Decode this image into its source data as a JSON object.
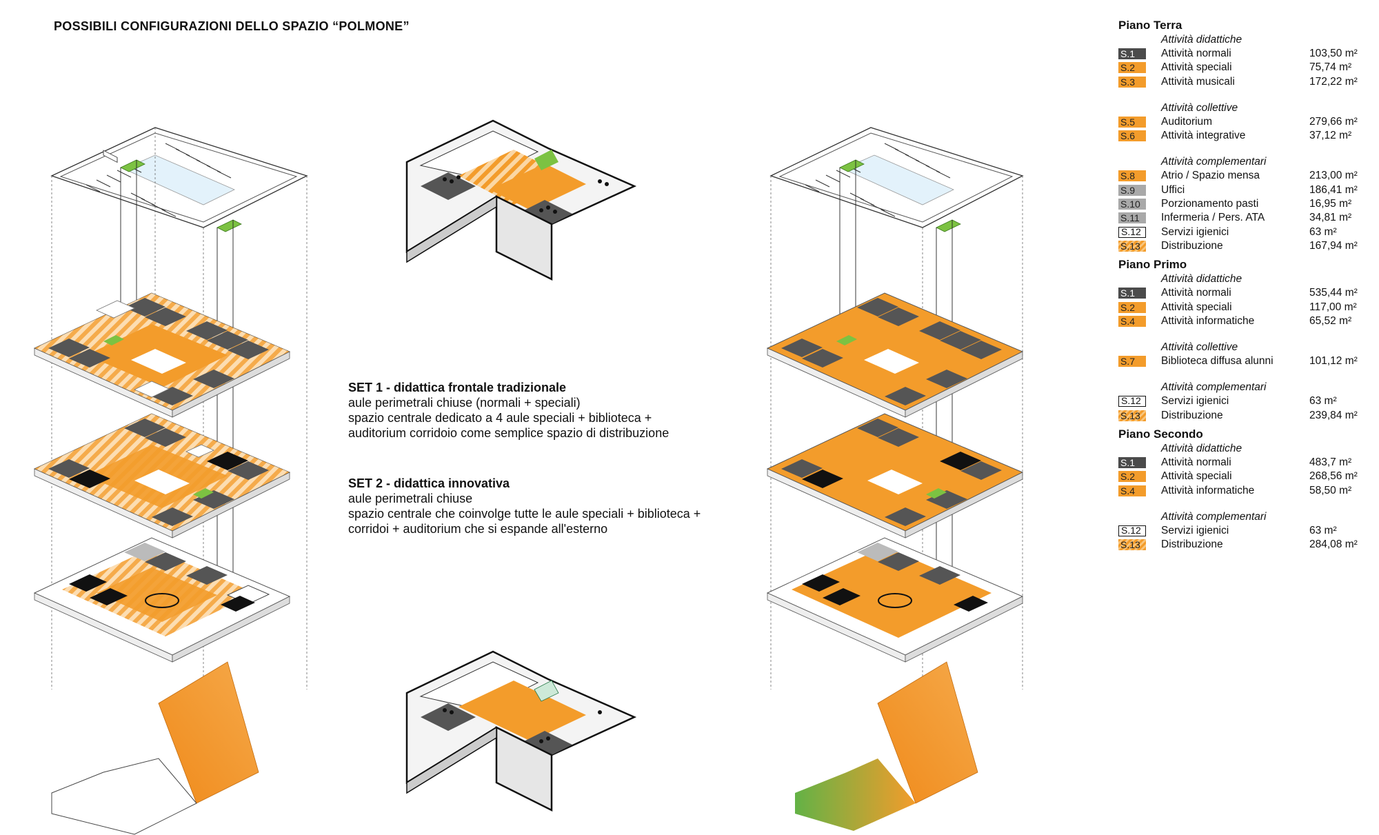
{
  "title": "POSSIBILI CONFIGURAZIONI DELLO SPAZIO “POLMONE”",
  "colors": {
    "grey": "#4b4b4b",
    "light_grey": "#a9a9a9",
    "orange": "#f39c2b",
    "green": "#7cc242",
    "glass": "#e3f2fb"
  },
  "set1": {
    "heading": "SET 1 - didattica frontale tradizionale",
    "lines": [
      "aule perimetrali chiuse (normali + speciali)",
      "spazio centrale dedicato a 4 aule speciali + biblioteca +",
      "auditorium corridoio come semplice spazio di distribuzione"
    ]
  },
  "set2": {
    "heading": "SET 2 - didattica innovativa",
    "lines": [
      "aule perimetrali chiuse",
      "spazio centrale che coinvolge tutte le aule speciali + biblioteca +",
      "corridoi + auditorium che si espande all'esterno"
    ]
  },
  "legend": {
    "floors": [
      {
        "name": "Piano Terra",
        "groups": [
          {
            "title": "Attività didattiche",
            "rows": [
              {
                "code": "S.1",
                "style": "grey",
                "name": "Attività normali",
                "area": "103,50 m²"
              },
              {
                "code": "S.2",
                "style": "orange",
                "name": "Attività speciali",
                "area": "75,74 m²"
              },
              {
                "code": "S.3",
                "style": "orange",
                "name": "Attività musicali",
                "area": "172,22 m²"
              }
            ]
          },
          {
            "title": "Attività collettive",
            "rows": [
              {
                "code": "S.5",
                "style": "orange",
                "name": "Auditorium",
                "area": "279,66 m²"
              },
              {
                "code": "S.6",
                "style": "orange",
                "name": "Attività integrative",
                "area": "37,12 m²"
              }
            ]
          },
          {
            "title": "Attività complementari",
            "rows": [
              {
                "code": "S.8",
                "style": "orange",
                "name": "Atrio / Spazio mensa",
                "area": "213,00 m²"
              },
              {
                "code": "S.9",
                "style": "light_grey",
                "name": "Uffici",
                "area": "186,41 m²"
              },
              {
                "code": "S.10",
                "style": "light_grey",
                "name": "Porzionamento pasti",
                "area": "16,95 m²"
              },
              {
                "code": "S.11",
                "style": "light_grey",
                "name": "Infermeria / Pers. ATA",
                "area": "34,81 m²"
              },
              {
                "code": "S.12",
                "style": "outline",
                "name": "Servizi igienici",
                "area": "63 m²"
              },
              {
                "code": "S.13",
                "style": "hatch",
                "name": "Distribuzione",
                "area": "167,94 m²"
              }
            ]
          }
        ]
      },
      {
        "name": "Piano Primo",
        "groups": [
          {
            "title": "Attività didattiche",
            "rows": [
              {
                "code": "S.1",
                "style": "grey",
                "name": "Attività normali",
                "area": "535,44 m²"
              },
              {
                "code": "S.2",
                "style": "orange",
                "name": "Attività speciali",
                "area": "117,00 m²"
              },
              {
                "code": "S.4",
                "style": "orange",
                "name": "Attività informatiche",
                "area": "65,52 m²"
              }
            ]
          },
          {
            "title": "Attività collettive",
            "rows": [
              {
                "code": "S.7",
                "style": "orange",
                "name": "Biblioteca diffusa alunni",
                "area": "101,12 m²"
              }
            ]
          },
          {
            "title": "Attività complementari",
            "rows": [
              {
                "code": "S.12",
                "style": "outline",
                "name": "Servizi igienici",
                "area": "63 m²"
              },
              {
                "code": "S.13",
                "style": "hatch",
                "name": "Distribuzione",
                "area": "239,84 m²"
              }
            ]
          }
        ]
      },
      {
        "name": "Piano Secondo",
        "groups": [
          {
            "title": "Attività didattiche",
            "rows": [
              {
                "code": "S.1",
                "style": "grey",
                "name": "Attività normali",
                "area": "483,7 m²"
              },
              {
                "code": "S.2",
                "style": "orange",
                "name": "Attività speciali",
                "area": "268,56 m²"
              },
              {
                "code": "S.4",
                "style": "orange",
                "name": "Attività informatiche",
                "area": "58,50 m²"
              }
            ]
          },
          {
            "title": "Attività complementari",
            "rows": [
              {
                "code": "S.12",
                "style": "outline",
                "name": "Servizi igienici",
                "area": "63 m²"
              },
              {
                "code": "S.13",
                "style": "hatch",
                "name": "Distribuzione",
                "area": "284,08 m²"
              }
            ]
          }
        ]
      }
    ]
  }
}
